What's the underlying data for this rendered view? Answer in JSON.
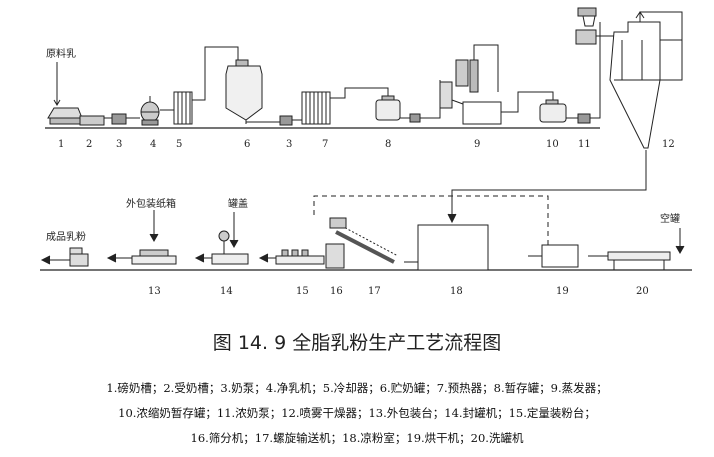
{
  "labels": {
    "raw_milk": "原料乳",
    "outer_box": "外包装纸箱",
    "lid": "罐盖",
    "finished": "成品乳粉",
    "empty_can": "空罐"
  },
  "top_numbers": [
    "1",
    "2",
    "3",
    "4",
    "5",
    "6",
    "3",
    "7",
    "8",
    "9",
    "10",
    "11",
    "12"
  ],
  "bottom_numbers": [
    "13",
    "14",
    "15",
    "16",
    "17",
    "18",
    "19",
    "20"
  ],
  "caption": "图 14. 9 全脂乳粉生产工艺流程图",
  "legend": {
    "line1": "1.磅奶槽；2.受奶槽；3.奶泵；4.净乳机；5.冷却器；6.贮奶罐；7.预热器；8.暂存罐；9.蒸发器；",
    "line2": "10.浓缩奶暂存罐；11.浓奶泵；12.喷雾干燥器；13.外包装台；14.封罐机；15.定量装粉台；",
    "line3": "16.筛分机；17.螺旋输送机；18.凉粉室；19.烘干机；20.洗罐机"
  }
}
